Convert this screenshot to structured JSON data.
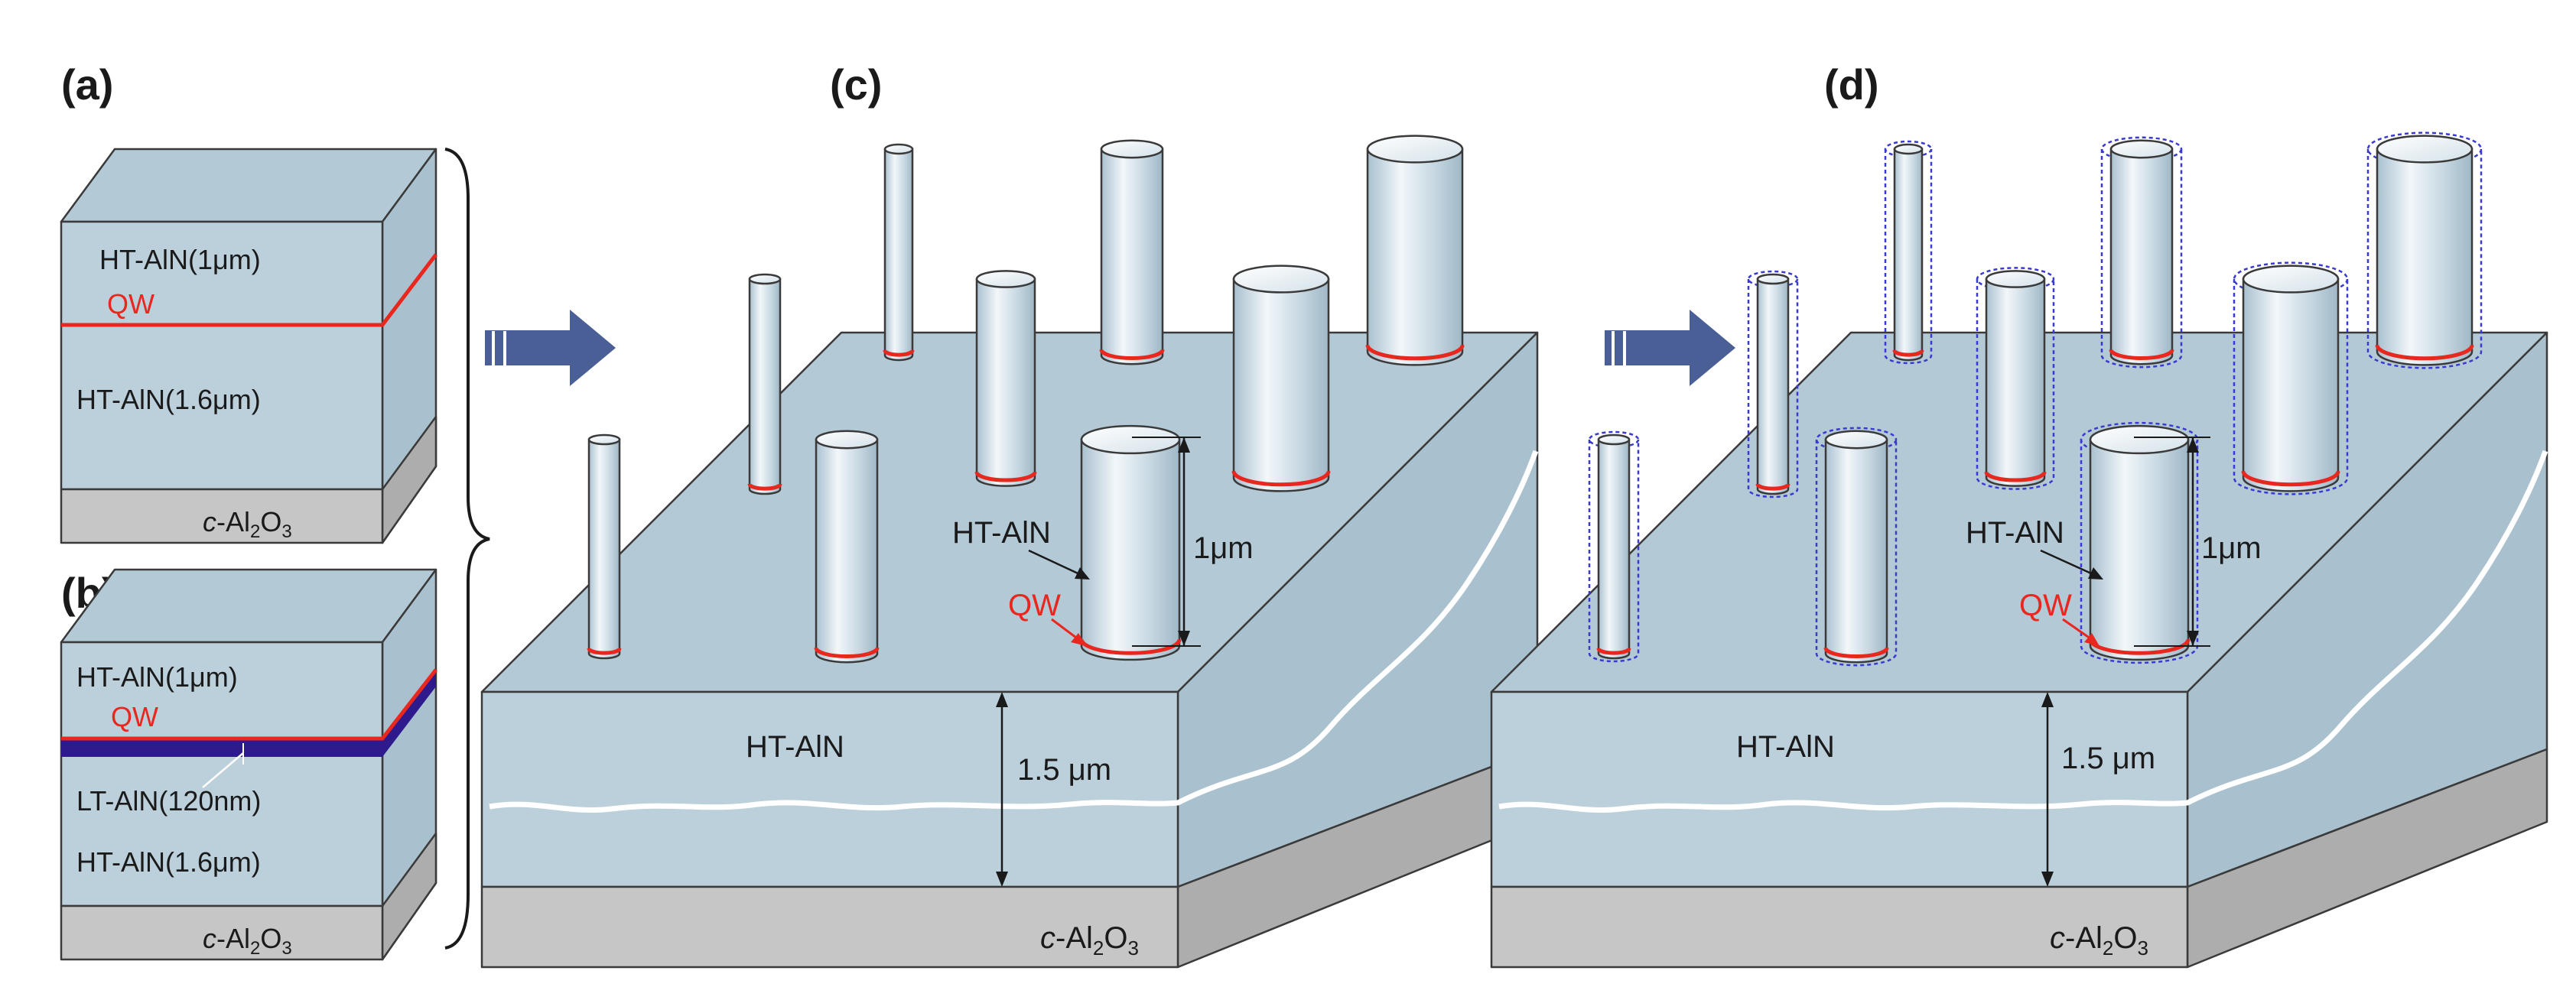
{
  "panels": {
    "a": {
      "label": "(a)",
      "layer_top": "HT-AlN(1μm)",
      "qw": "QW",
      "layer_bottom": "HT-AlN(1.6μm)",
      "substrate_prefix": "c",
      "substrate_rest": "-Al",
      "sub_2": "2",
      "o": "O",
      "sub_3": "3"
    },
    "b": {
      "label": "(b)",
      "layer_top": "HT-AlN(1μm)",
      "qw": "QW",
      "lt_layer": "LT-AlN(120nm)",
      "layer_bottom": "HT-AlN(1.6μm)",
      "substrate_prefix": "c",
      "substrate_rest": "-Al",
      "sub_2": "2",
      "o": "O",
      "sub_3": "3"
    },
    "c": {
      "label": "(c)",
      "pillar_label": "HT-AlN",
      "height_label": "1μm",
      "qw": "QW",
      "slab_label": "HT-AlN",
      "thickness_label": "1.5 μm",
      "substrate_prefix": "c",
      "substrate_rest": "-Al",
      "sub_2": "2",
      "o": "O",
      "sub_3": "3"
    },
    "d": {
      "label": "(d)",
      "pillar_label": "HT-AlN",
      "height_label": "1μm",
      "qw": "QW",
      "slab_label": "HT-AlN",
      "thickness_label": "1.5 μm",
      "substrate_prefix": "c",
      "substrate_rest": "-Al",
      "sub_2": "2",
      "o": "O",
      "sub_3": "3"
    }
  },
  "colors": {
    "aln_face": "#bcd0dc",
    "aln_top": "#b4c9d6",
    "aln_side": "#a9c0ce",
    "substrate": "#c6c6c6",
    "substrate_side": "#adadad",
    "qw_red": "#e8281e",
    "lt_layer_blue": "#2e1a8c",
    "arrow_blue": "#4a5f96",
    "dotted_shell": "#3a3ad0",
    "wavy_line": "#ffffff"
  }
}
